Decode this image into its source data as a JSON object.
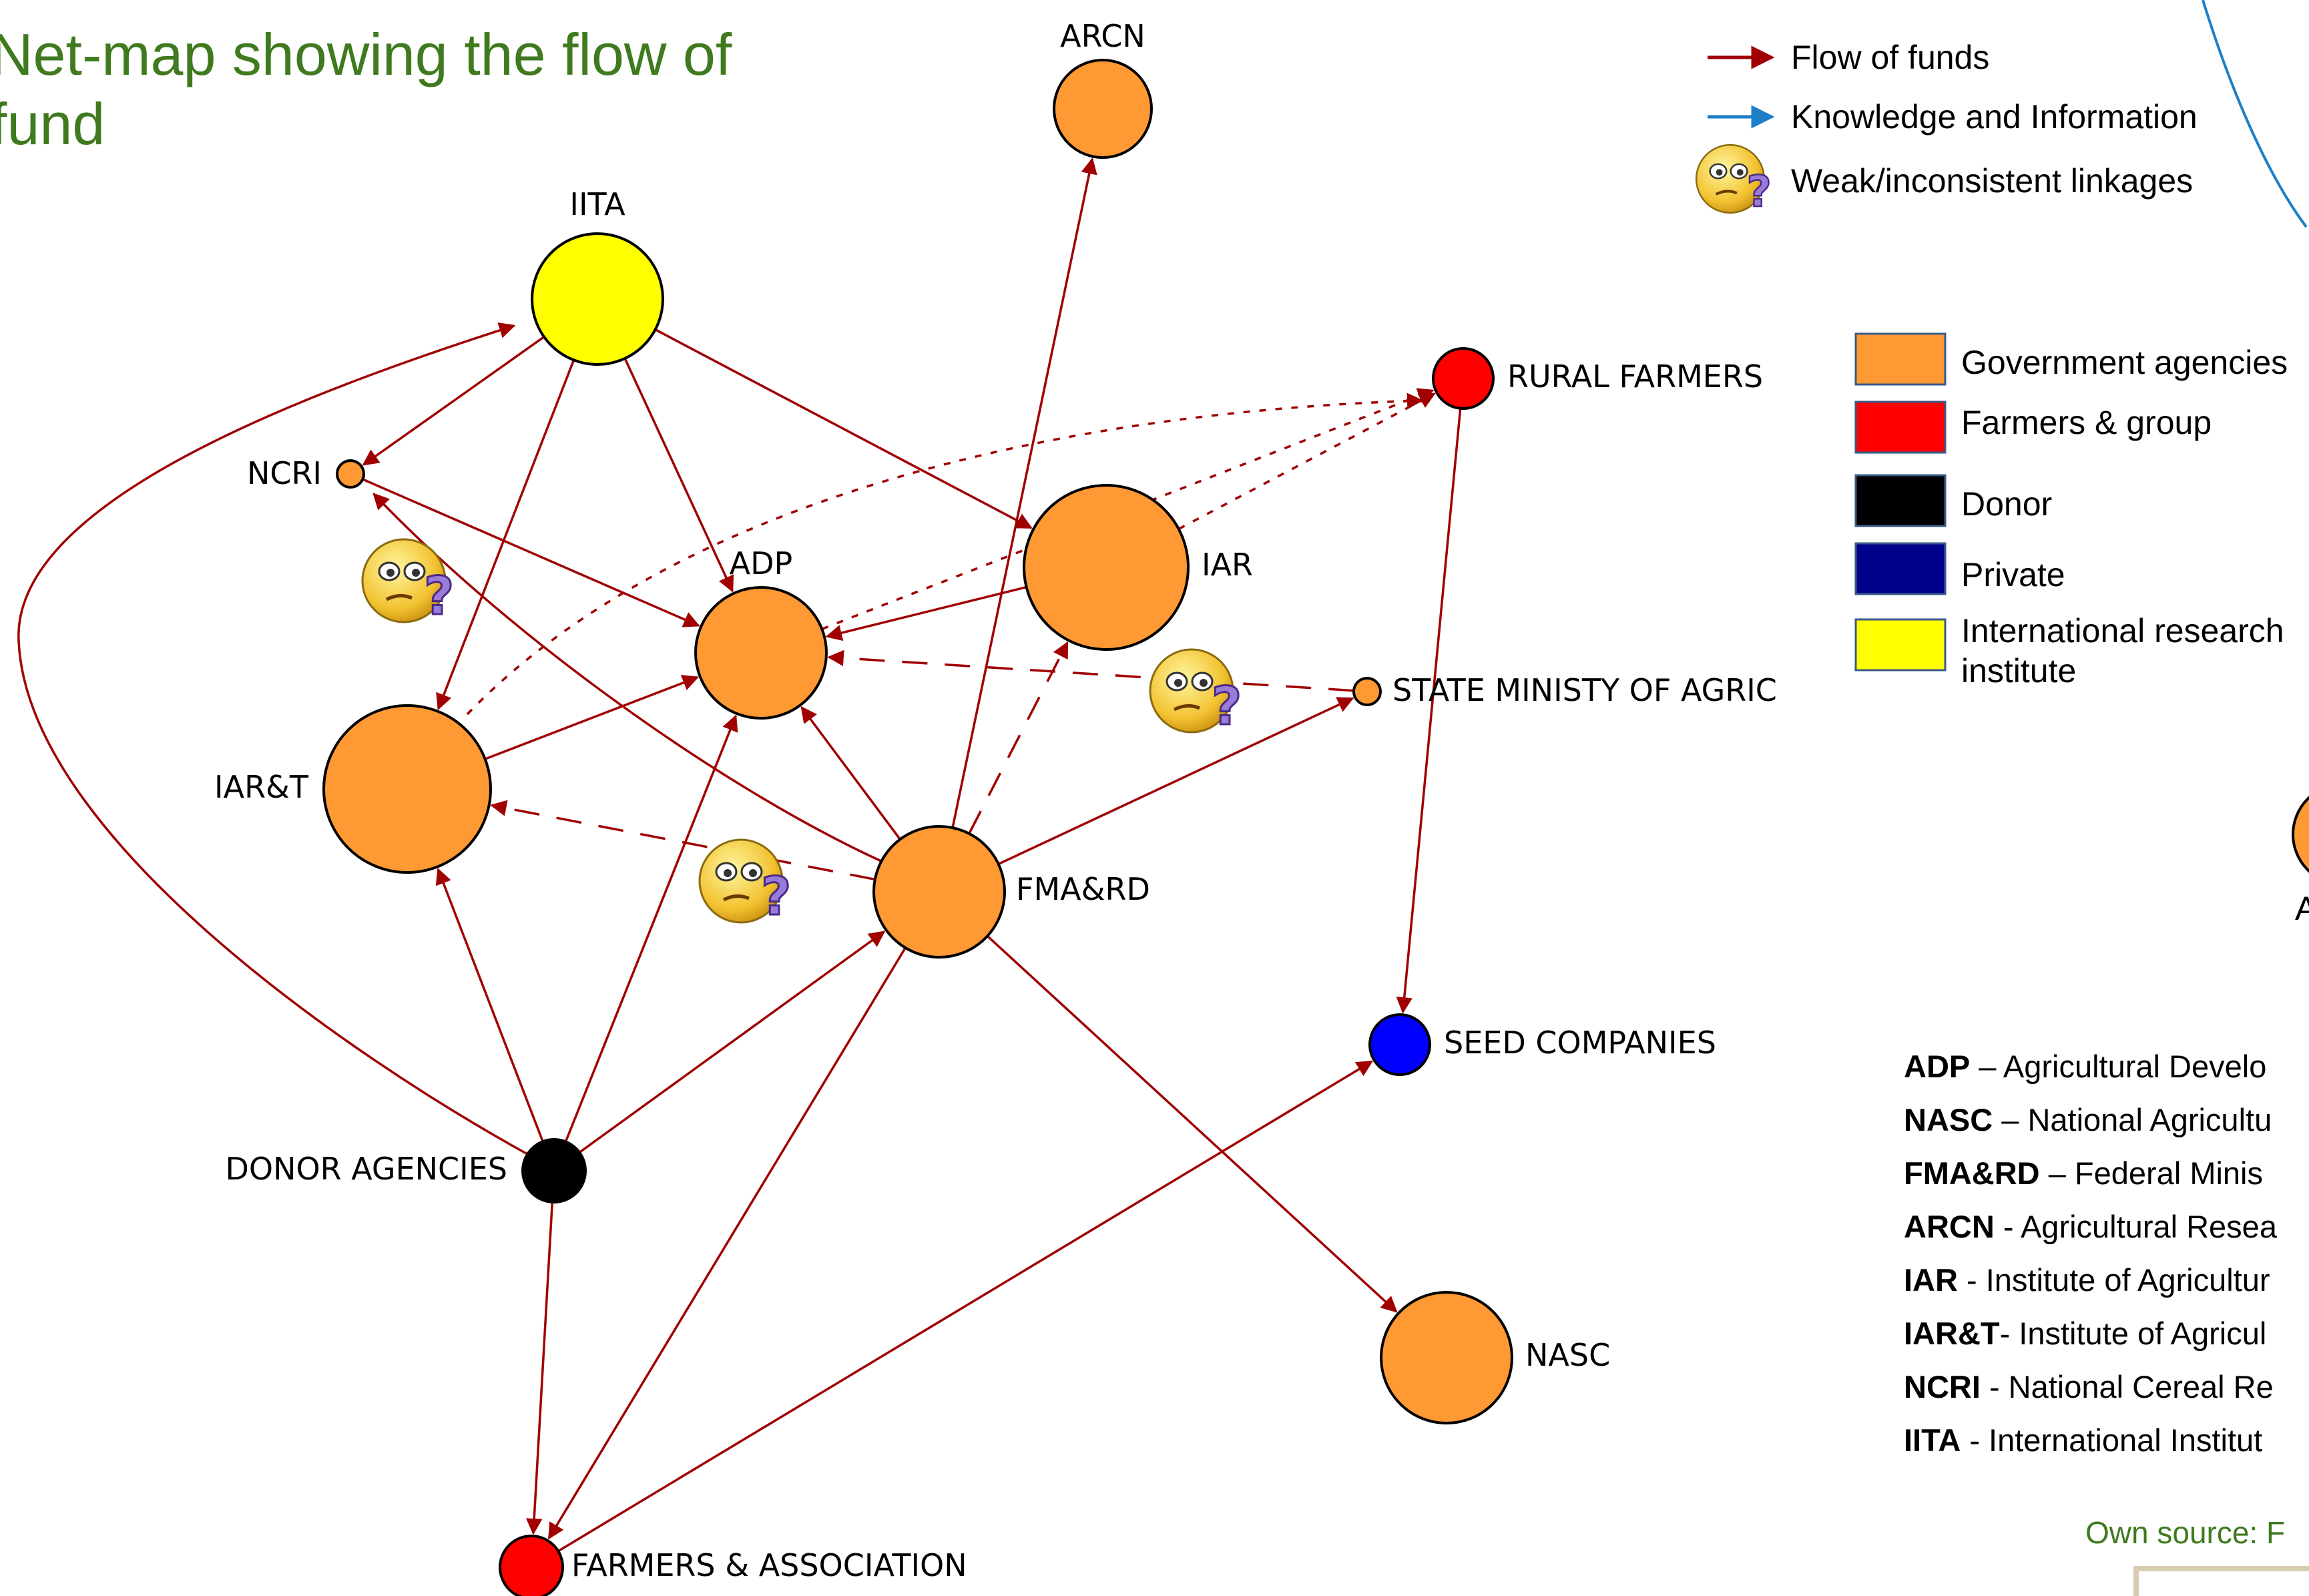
{
  "title": "Net-map showing the flow of\nfund",
  "colors": {
    "government": "#FF9933",
    "farmers": "#FF0000",
    "donor": "#000000",
    "private": "#0000FF",
    "international": "#FFFF00",
    "flow_of_funds": "#A00000",
    "knowledge": "#1E7FC8",
    "title": "#3f7a1f"
  },
  "nodes": [
    {
      "id": "iita",
      "label": "IITA",
      "type": "international"
    },
    {
      "id": "arcn",
      "label": "ARCN",
      "type": "government"
    },
    {
      "id": "ncri",
      "label": "NCRI",
      "type": "government"
    },
    {
      "id": "adp",
      "label": "ADP",
      "type": "government"
    },
    {
      "id": "iar",
      "label": "IAR",
      "type": "government"
    },
    {
      "id": "iart",
      "label": "IAR&T",
      "type": "government"
    },
    {
      "id": "fmard",
      "label": "FMA&RD",
      "type": "government"
    },
    {
      "id": "rural",
      "label": "RURAL FARMERS",
      "type": "farmers"
    },
    {
      "id": "state",
      "label": "STATE MINISTY OF AGRIC",
      "type": "government"
    },
    {
      "id": "seed",
      "label": "SEED COMPANIES",
      "type": "private"
    },
    {
      "id": "donor",
      "label": "DONOR AGENCIES",
      "type": "donor"
    },
    {
      "id": "nasc",
      "label": "NASC",
      "type": "government"
    },
    {
      "id": "farmers",
      "label": "FARMERS & ASSOCIATION",
      "type": "farmers"
    }
  ],
  "links": [
    {
      "from": "iita",
      "to": "ncri",
      "style": "solid"
    },
    {
      "from": "iita",
      "to": "adp",
      "style": "solid"
    },
    {
      "from": "iita",
      "to": "iar",
      "style": "solid"
    },
    {
      "from": "iita",
      "to": "iart",
      "style": "solid"
    },
    {
      "from": "ncri",
      "to": "adp",
      "style": "solid"
    },
    {
      "from": "iar",
      "to": "adp",
      "style": "solid"
    },
    {
      "from": "iart",
      "to": "adp",
      "style": "solid"
    },
    {
      "from": "fmard",
      "to": "adp",
      "style": "solid"
    },
    {
      "from": "fmard",
      "to": "arcn",
      "style": "solid"
    },
    {
      "from": "fmard",
      "to": "state",
      "style": "solid"
    },
    {
      "from": "fmard",
      "to": "ncri",
      "style": "solid"
    },
    {
      "from": "fmard",
      "to": "nasc",
      "style": "solid"
    },
    {
      "from": "fmard",
      "to": "farmers",
      "style": "solid"
    },
    {
      "from": "donor",
      "to": "iita",
      "style": "solid"
    },
    {
      "from": "donor",
      "to": "iart",
      "style": "solid"
    },
    {
      "from": "donor",
      "to": "adp",
      "style": "solid"
    },
    {
      "from": "donor",
      "to": "fmard",
      "style": "solid"
    },
    {
      "from": "donor",
      "to": "farmers",
      "style": "solid"
    },
    {
      "from": "farmers",
      "to": "seed",
      "style": "solid"
    },
    {
      "from": "rural",
      "to": "seed",
      "style": "solid"
    },
    {
      "from": "adp",
      "to": "rural",
      "style": "dashed"
    },
    {
      "from": "iar",
      "to": "rural",
      "style": "dashed"
    },
    {
      "from": "iart",
      "to": "rural",
      "style": "dashed"
    },
    {
      "from": "state",
      "to": "adp",
      "style": "dashed"
    },
    {
      "from": "fmard",
      "to": "iart",
      "style": "dashed"
    },
    {
      "from": "fmard",
      "to": "iar",
      "style": "dashed"
    }
  ],
  "legend": {
    "lines": [
      {
        "label": "Flow of funds",
        "type": "flow_of_funds"
      },
      {
        "label": "Knowledge and Information",
        "type": "knowledge"
      },
      {
        "label": "Weak/inconsistent linkages",
        "type": "weak"
      }
    ],
    "categories": [
      {
        "label": "Government agencies",
        "type": "government"
      },
      {
        "label": "Farmers & group",
        "type": "farmers"
      },
      {
        "label": "Donor",
        "type": "donor"
      },
      {
        "label": "Private",
        "type": "private"
      },
      {
        "label": "International research\ninstitute",
        "type": "international"
      }
    ]
  },
  "abbreviations": [
    {
      "key": "ADP",
      "desc": " – Agricultural Develo"
    },
    {
      "key": "NASC",
      "desc": " – National Agricultu"
    },
    {
      "key": "FMA&RD",
      "desc": " – Federal Minis"
    },
    {
      "key": "ARCN",
      "desc": " - Agricultural Resea"
    },
    {
      "key": "IAR",
      "desc": " - Institute of Agricultur"
    },
    {
      "key": "IAR&T",
      "desc": "- Institute of Agricul"
    },
    {
      "key": "NCRI",
      "desc": " - National Cereal Re"
    },
    {
      "key": "IITA",
      "desc": " - International Institut"
    }
  ],
  "source_note": "Own source: F",
  "partial_node_label": "A",
  "weak_icon": "confused-face-icon"
}
